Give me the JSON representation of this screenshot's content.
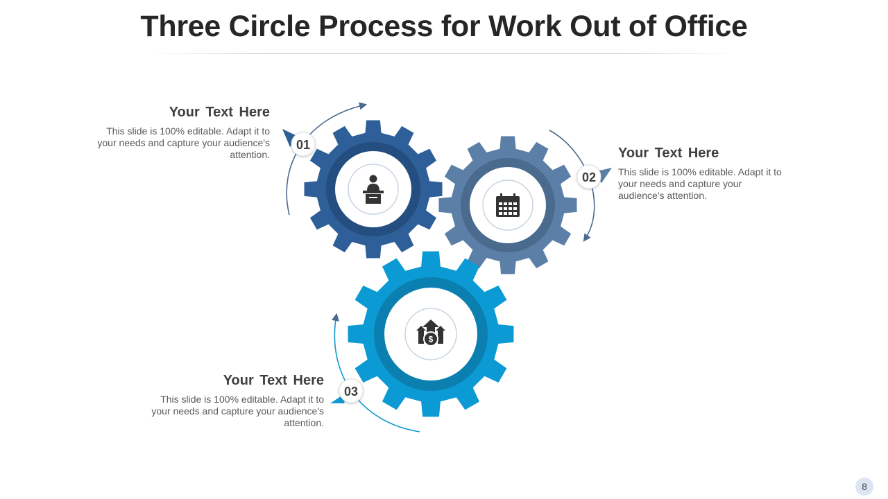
{
  "title": "Three Circle Process for Work Out of Office",
  "page_number": "8",
  "colors": {
    "gear_1": "#2f5f98",
    "gear_2": "#5b7fa6",
    "gear_3": "#0c9ad4",
    "arrow": "#4a6a8e",
    "heading_text": "#3f3f3f",
    "body_text": "#595959"
  },
  "steps": [
    {
      "number": "01",
      "heading": "Your Text Here",
      "body": "This slide is 100% editable. Adapt it to your needs and capture your audience's attention.",
      "icon": "speaker-at-podium-icon"
    },
    {
      "number": "02",
      "heading": "Your Text Here",
      "body": "This slide is 100% editable. Adapt it to your needs and capture your audience's attention.",
      "icon": "calendar-icon"
    },
    {
      "number": "03",
      "heading": "Your Text Here",
      "body": "This slide is 100% editable. Adapt it to your needs and capture your audience's attention.",
      "icon": "money-growth-icon"
    }
  ]
}
